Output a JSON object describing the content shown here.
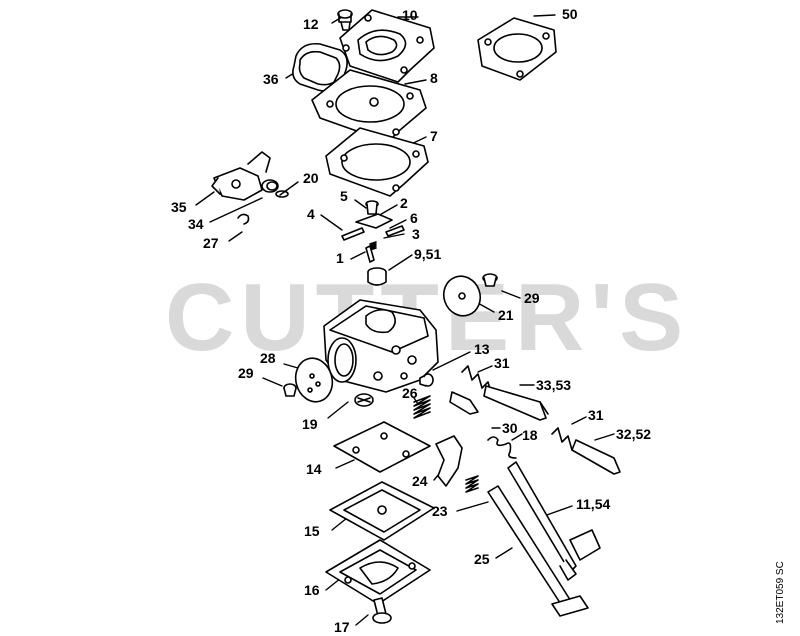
{
  "watermark": "CUTTER'S",
  "document_id": "132ET059 SC",
  "callouts": [
    {
      "id": "c12",
      "label": "12"
    },
    {
      "id": "c10",
      "label": "10"
    },
    {
      "id": "c50",
      "label": "50"
    },
    {
      "id": "c36",
      "label": "36"
    },
    {
      "id": "c8",
      "label": "8"
    },
    {
      "id": "c7",
      "label": "7"
    },
    {
      "id": "c20",
      "label": "20"
    },
    {
      "id": "c35",
      "label": "35"
    },
    {
      "id": "c34",
      "label": "34"
    },
    {
      "id": "c5",
      "label": "5"
    },
    {
      "id": "c2",
      "label": "2"
    },
    {
      "id": "c4",
      "label": "4"
    },
    {
      "id": "c6",
      "label": "6"
    },
    {
      "id": "c27",
      "label": "27"
    },
    {
      "id": "c3",
      "label": "3"
    },
    {
      "id": "c1",
      "label": "1"
    },
    {
      "id": "c951",
      "label": "9,51"
    },
    {
      "id": "c29a",
      "label": "29"
    },
    {
      "id": "c21",
      "label": "21"
    },
    {
      "id": "c13",
      "label": "13"
    },
    {
      "id": "c28",
      "label": "28"
    },
    {
      "id": "c31a",
      "label": "31"
    },
    {
      "id": "c29b",
      "label": "29"
    },
    {
      "id": "c3353",
      "label": "33,53"
    },
    {
      "id": "c26",
      "label": "26"
    },
    {
      "id": "c19",
      "label": "19"
    },
    {
      "id": "c31b",
      "label": "31"
    },
    {
      "id": "c30",
      "label": "30"
    },
    {
      "id": "c18",
      "label": "18"
    },
    {
      "id": "c3252",
      "label": "32,52"
    },
    {
      "id": "c14",
      "label": "14"
    },
    {
      "id": "c24",
      "label": "24"
    },
    {
      "id": "c1154",
      "label": "11,54"
    },
    {
      "id": "c23",
      "label": "23"
    },
    {
      "id": "c15",
      "label": "15"
    },
    {
      "id": "c25",
      "label": "25"
    },
    {
      "id": "c16",
      "label": "16"
    },
    {
      "id": "c17",
      "label": "17"
    }
  ]
}
